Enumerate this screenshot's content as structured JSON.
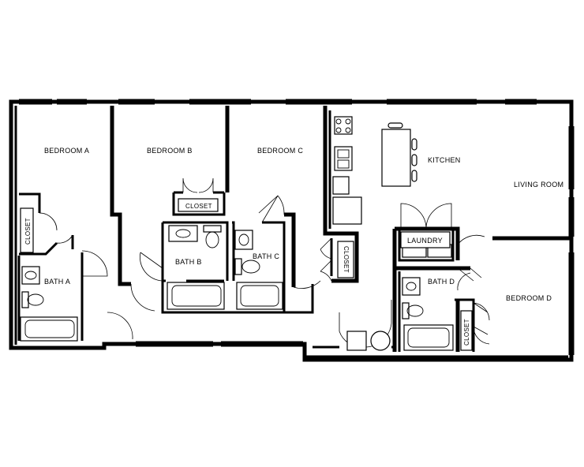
{
  "rooms": {
    "bedroom_a": "BEDROOM A",
    "bedroom_b": "BEDROOM B",
    "bedroom_c": "BEDROOM C",
    "bedroom_d": "BEDROOM D",
    "kitchen": "KITCHEN",
    "living_room": "LIVING ROOM",
    "laundry": "LAUNDRY",
    "bath_a": "BATH A",
    "bath_b": "BATH B",
    "bath_c": "BATH C",
    "bath_d": "BATH D",
    "closet_a": "CLOSET",
    "closet_b": "CLOSET",
    "closet_c": "CLOSET",
    "closet_d": "CLOSET"
  }
}
